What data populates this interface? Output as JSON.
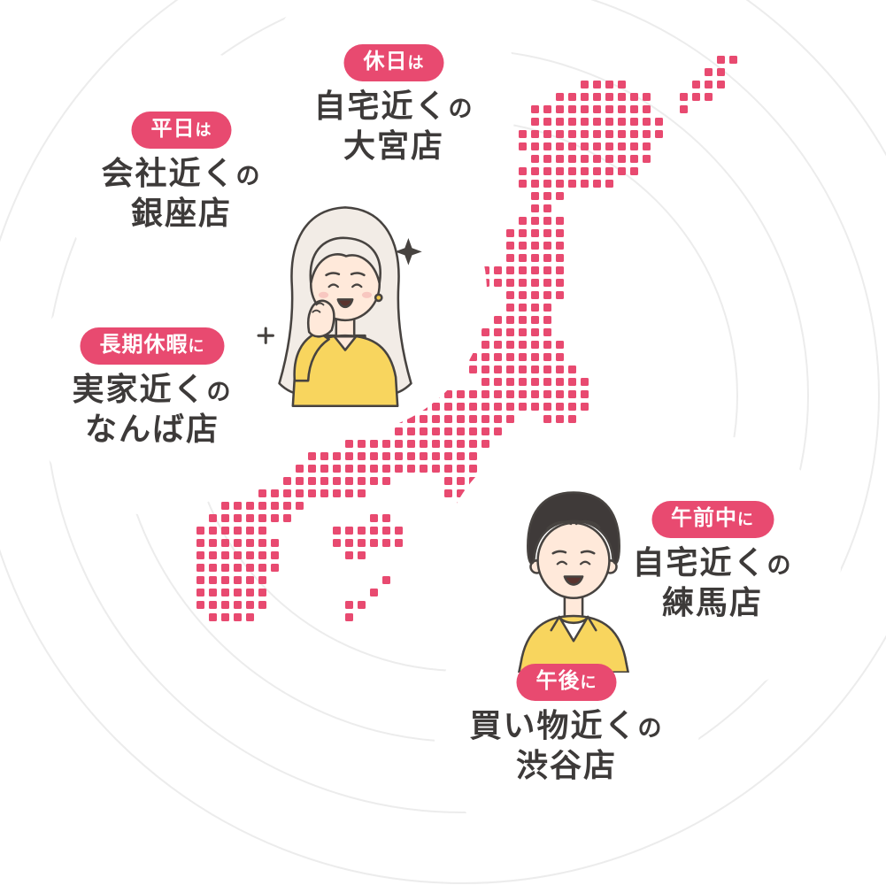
{
  "colors": {
    "accent": "#e84a70",
    "text": "#3d3a39",
    "outline": "#474340",
    "skin": "#ffe9da",
    "shirt": "#f8d55e",
    "hair_light": "#f2ece6",
    "hair_dark": "#3f3a39",
    "ring": "#ececec",
    "mouth": "#5a332e",
    "blush": "#f8c7c0",
    "earring": "#f2c94c"
  },
  "callouts": [
    {
      "id": "holiday-omiya",
      "badge": {
        "main": "休日",
        "particle": "は"
      },
      "line1": {
        "main": "自宅近く",
        "particle": "の"
      },
      "store": "大宮店"
    },
    {
      "id": "weekday-ginza",
      "badge": {
        "main": "平日",
        "particle": "は"
      },
      "line1": {
        "main": "会社近く",
        "particle": "の"
      },
      "store": "銀座店"
    },
    {
      "id": "long-vacation-namba",
      "badge": {
        "main": "長期休暇",
        "particle": "に"
      },
      "line1": {
        "main": "実家近く",
        "particle": "の"
      },
      "store": "なんば店"
    },
    {
      "id": "morning-nerima",
      "badge": {
        "main": "午前中",
        "particle": "に"
      },
      "line1": {
        "main": "自宅近く",
        "particle": "の"
      },
      "store": "練馬店"
    },
    {
      "id": "afternoon-shibuya",
      "badge": {
        "main": "午後",
        "particle": "に"
      },
      "line1": {
        "main": "買い物近く",
        "particle": "の"
      },
      "store": "渋谷店"
    }
  ],
  "icons": {
    "sparkle": "four-point-star",
    "plus_sparkle": "plus-glint"
  }
}
